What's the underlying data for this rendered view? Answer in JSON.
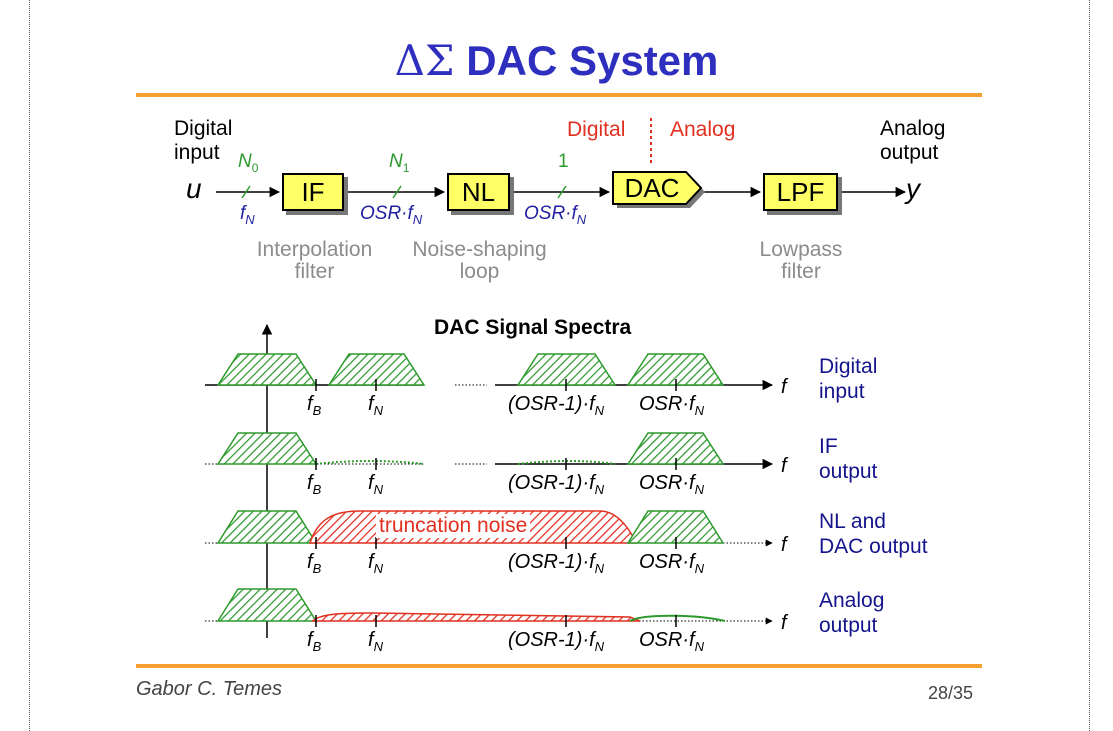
{
  "title": "DAC System",
  "title_symbol": "ΔΣ",
  "colors": {
    "title": "#2f2fbf",
    "rule": "#f5a031",
    "block": "#ffff66",
    "signal": "#2d9a2d",
    "noise": "#e03020",
    "label": "#14148c"
  },
  "block_diagram": {
    "input_label": [
      "Digital",
      "input"
    ],
    "input_var": "u",
    "output_label": [
      "Analog",
      "output"
    ],
    "output_var": "y",
    "domain_digital": "Digital",
    "domain_analog": "Analog",
    "blocks": [
      {
        "name": "IF",
        "desc": [
          "Interpolation",
          "filter"
        ]
      },
      {
        "name": "NL",
        "desc": [
          "Noise-shaping",
          "loop"
        ]
      },
      {
        "name": "DAC",
        "desc": []
      },
      {
        "name": "LPF",
        "desc": [
          "Lowpass",
          "filter"
        ]
      }
    ],
    "bus_widths": [
      {
        "label": "N",
        "sub": "0"
      },
      {
        "label": "N",
        "sub": "1"
      },
      {
        "label": "1",
        "sub": ""
      }
    ],
    "rates": [
      {
        "main": "f",
        "sub": "N"
      },
      {
        "main": "OSR·f",
        "sub": "N"
      },
      {
        "main": "OSR·f",
        "sub": "N"
      }
    ]
  },
  "spectra": {
    "title": "DAC Signal Spectra",
    "axis_var": "f",
    "ticks": [
      {
        "main": "f",
        "sub": "B"
      },
      {
        "main": "f",
        "sub": "N"
      },
      {
        "main": "(OSR-1)·f",
        "sub": "N"
      },
      {
        "main": "OSR·f",
        "sub": "N"
      }
    ],
    "noise_label": "truncation noise",
    "rows": [
      {
        "label": [
          "Digital",
          "input"
        ]
      },
      {
        "label": [
          "IF",
          "output"
        ]
      },
      {
        "label": [
          "NL and",
          "DAC output"
        ]
      },
      {
        "label": [
          "Analog",
          "output"
        ]
      }
    ]
  },
  "footer": {
    "author": "Gabor C. Temes",
    "page": "28/35"
  }
}
